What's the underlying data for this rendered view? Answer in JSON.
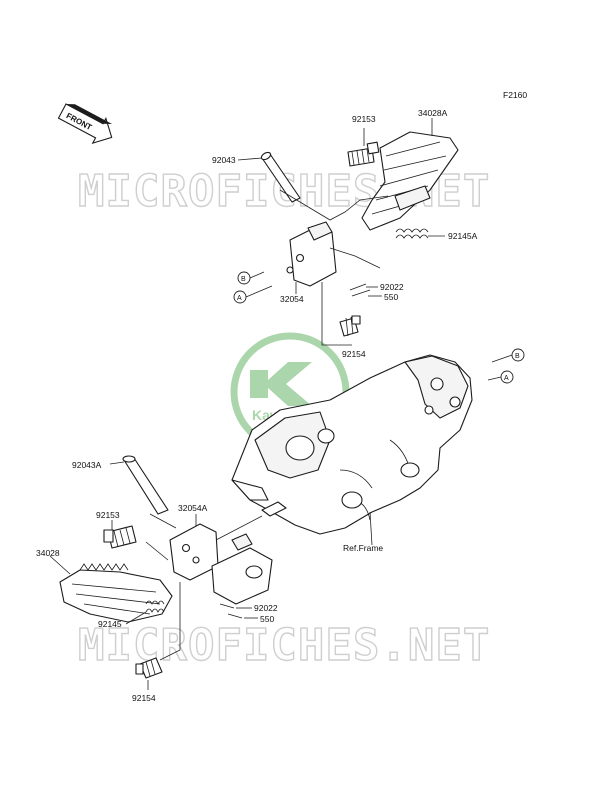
{
  "figure_code": "F2160",
  "front_label": "FRONT",
  "watermark_text": "MICROFICHES.NET",
  "logo_text": "Kawasaki",
  "ref_frame_label": "Ref.Frame",
  "ref_letters": [
    "A",
    "B"
  ],
  "part_numbers": {
    "p92153_top": "92153",
    "p34028A": "34028A",
    "p92043": "92043",
    "p92145A": "92145A",
    "p32054": "32054",
    "p92022_top": "92022",
    "p550_top": "550",
    "p92154_top": "92154",
    "p92043A": "92043A",
    "p32054A": "32054A",
    "p92153_bottom": "92153",
    "p34028": "34028",
    "p92145": "92145",
    "p92022_bottom": "92022",
    "p550_bottom": "550",
    "p92154_bottom": "92154"
  },
  "colors": {
    "logo_green": "#8fc98f",
    "watermark": "#cfcfcf",
    "line": "#222222"
  }
}
